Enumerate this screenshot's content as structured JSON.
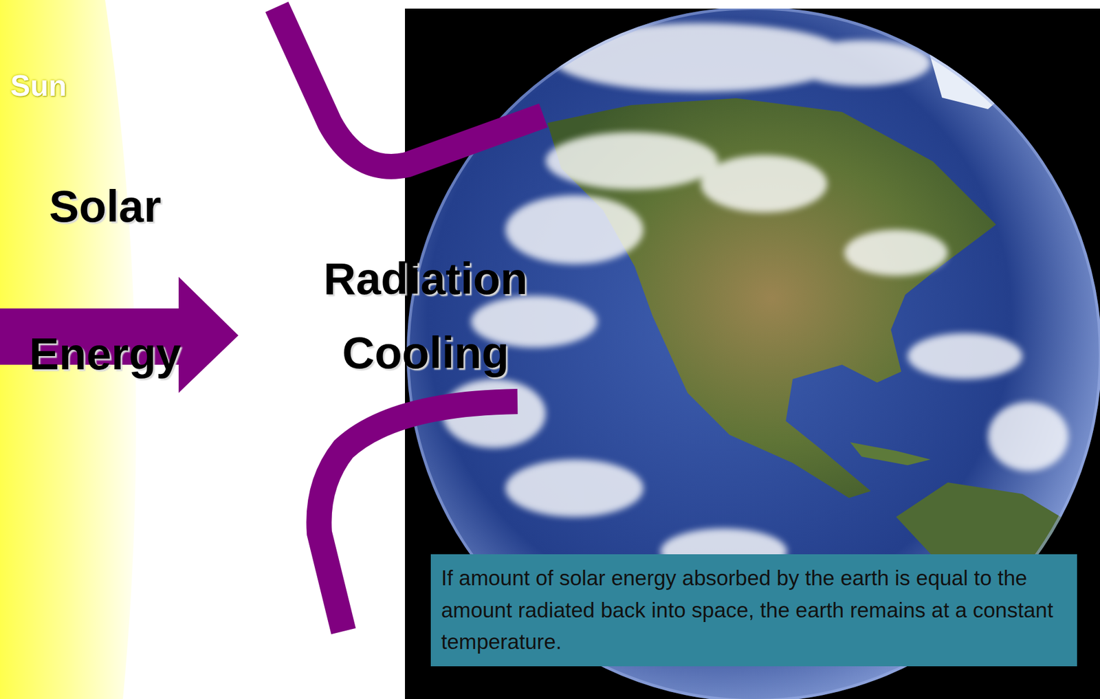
{
  "diagram": {
    "nodes": [
      {
        "text": [
          "Sun"
        ]
      },
      {
        "text": [
          "If amount of solar energy absorbed by the earth is equal to the amount radiated back into space, the earth remains at a constant temperature."
        ]
      }
    ],
    "labels": [
      "Solar",
      "Energy",
      "Radiation Cooling"
    ]
  }
}
